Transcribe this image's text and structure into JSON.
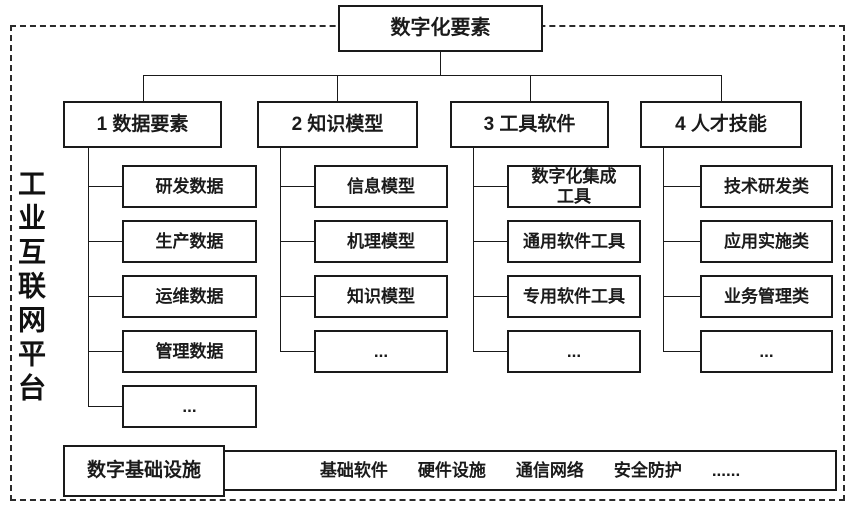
{
  "root": {
    "label": "数字化要素"
  },
  "platform": {
    "label": "工业互联网平台"
  },
  "columns": [
    {
      "title": "1 数据要素",
      "children": [
        "研发数据",
        "生产数据",
        "运维数据",
        "管理数据",
        "..."
      ]
    },
    {
      "title": "2 知识模型",
      "children": [
        "信息模型",
        "机理模型",
        "知识模型",
        "..."
      ]
    },
    {
      "title": "3 工具软件",
      "children": [
        "数字化集成工具",
        "通用软件工具",
        "专用软件工具",
        "..."
      ]
    },
    {
      "title": "4 人才技能",
      "children": [
        "技术研发类",
        "应用实施类",
        "业务管理类",
        "..."
      ]
    }
  ],
  "infrastructure": {
    "label": "数字基础设施",
    "items": [
      "基础软件",
      "硬件设施",
      "通信网络",
      "安全防护",
      "......"
    ]
  },
  "colors": {
    "line": "#1a1a1a",
    "background": "#ffffff"
  }
}
